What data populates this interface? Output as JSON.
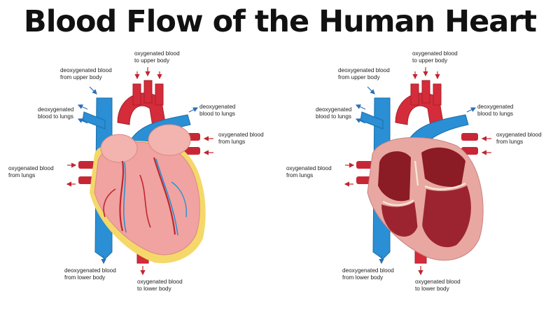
{
  "title": "Blood  Flow  of the Human Heart",
  "labels": {
    "oxy_upper": [
      "oxygenated blood",
      "to upper body"
    ],
    "deoxy_upper": [
      "deoxygenated blood",
      "from upper body"
    ],
    "deoxy_lungs_left": [
      "deoxygenated",
      "blood to lungs"
    ],
    "deoxy_lungs_right": [
      "deoxygenated",
      "blood to lungs"
    ],
    "oxy_lungs_right": [
      "oxygenated blood",
      "from lungs"
    ],
    "oxy_lungs_left": [
      "oxygenated blood",
      "from lungs"
    ],
    "deoxy_lower": [
      "deoxygenated blood",
      "from lower body"
    ],
    "oxy_lower": [
      "oxygenated blood",
      "to lower body"
    ]
  },
  "colors": {
    "oxygenated": "#d42c3a",
    "deoxygenated": "#2a8fd4",
    "muscle": "#f0a3a0",
    "fat": "#f5d86a",
    "inner": "#8b1b24",
    "arrow": "#c0262f"
  },
  "panels": [
    {
      "view": "exterior"
    },
    {
      "view": "cross-section"
    }
  ]
}
